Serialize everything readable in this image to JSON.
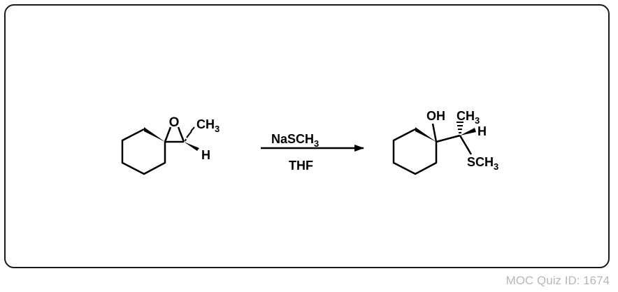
{
  "reactant": {
    "oxygen": "O",
    "methyl": "CH",
    "methyl_sub": "3",
    "hydrogen": "H"
  },
  "reagents": {
    "above_main": "NaSCH",
    "above_sub": "3",
    "below": "THF"
  },
  "product": {
    "hydroxyl": "OH",
    "methyl": "CH",
    "methyl_sub": "3",
    "hydrogen": "H",
    "thio": "SCH",
    "thio_sub": "3"
  },
  "footer": {
    "quiz_id": "MOC Quiz ID: 1674"
  }
}
